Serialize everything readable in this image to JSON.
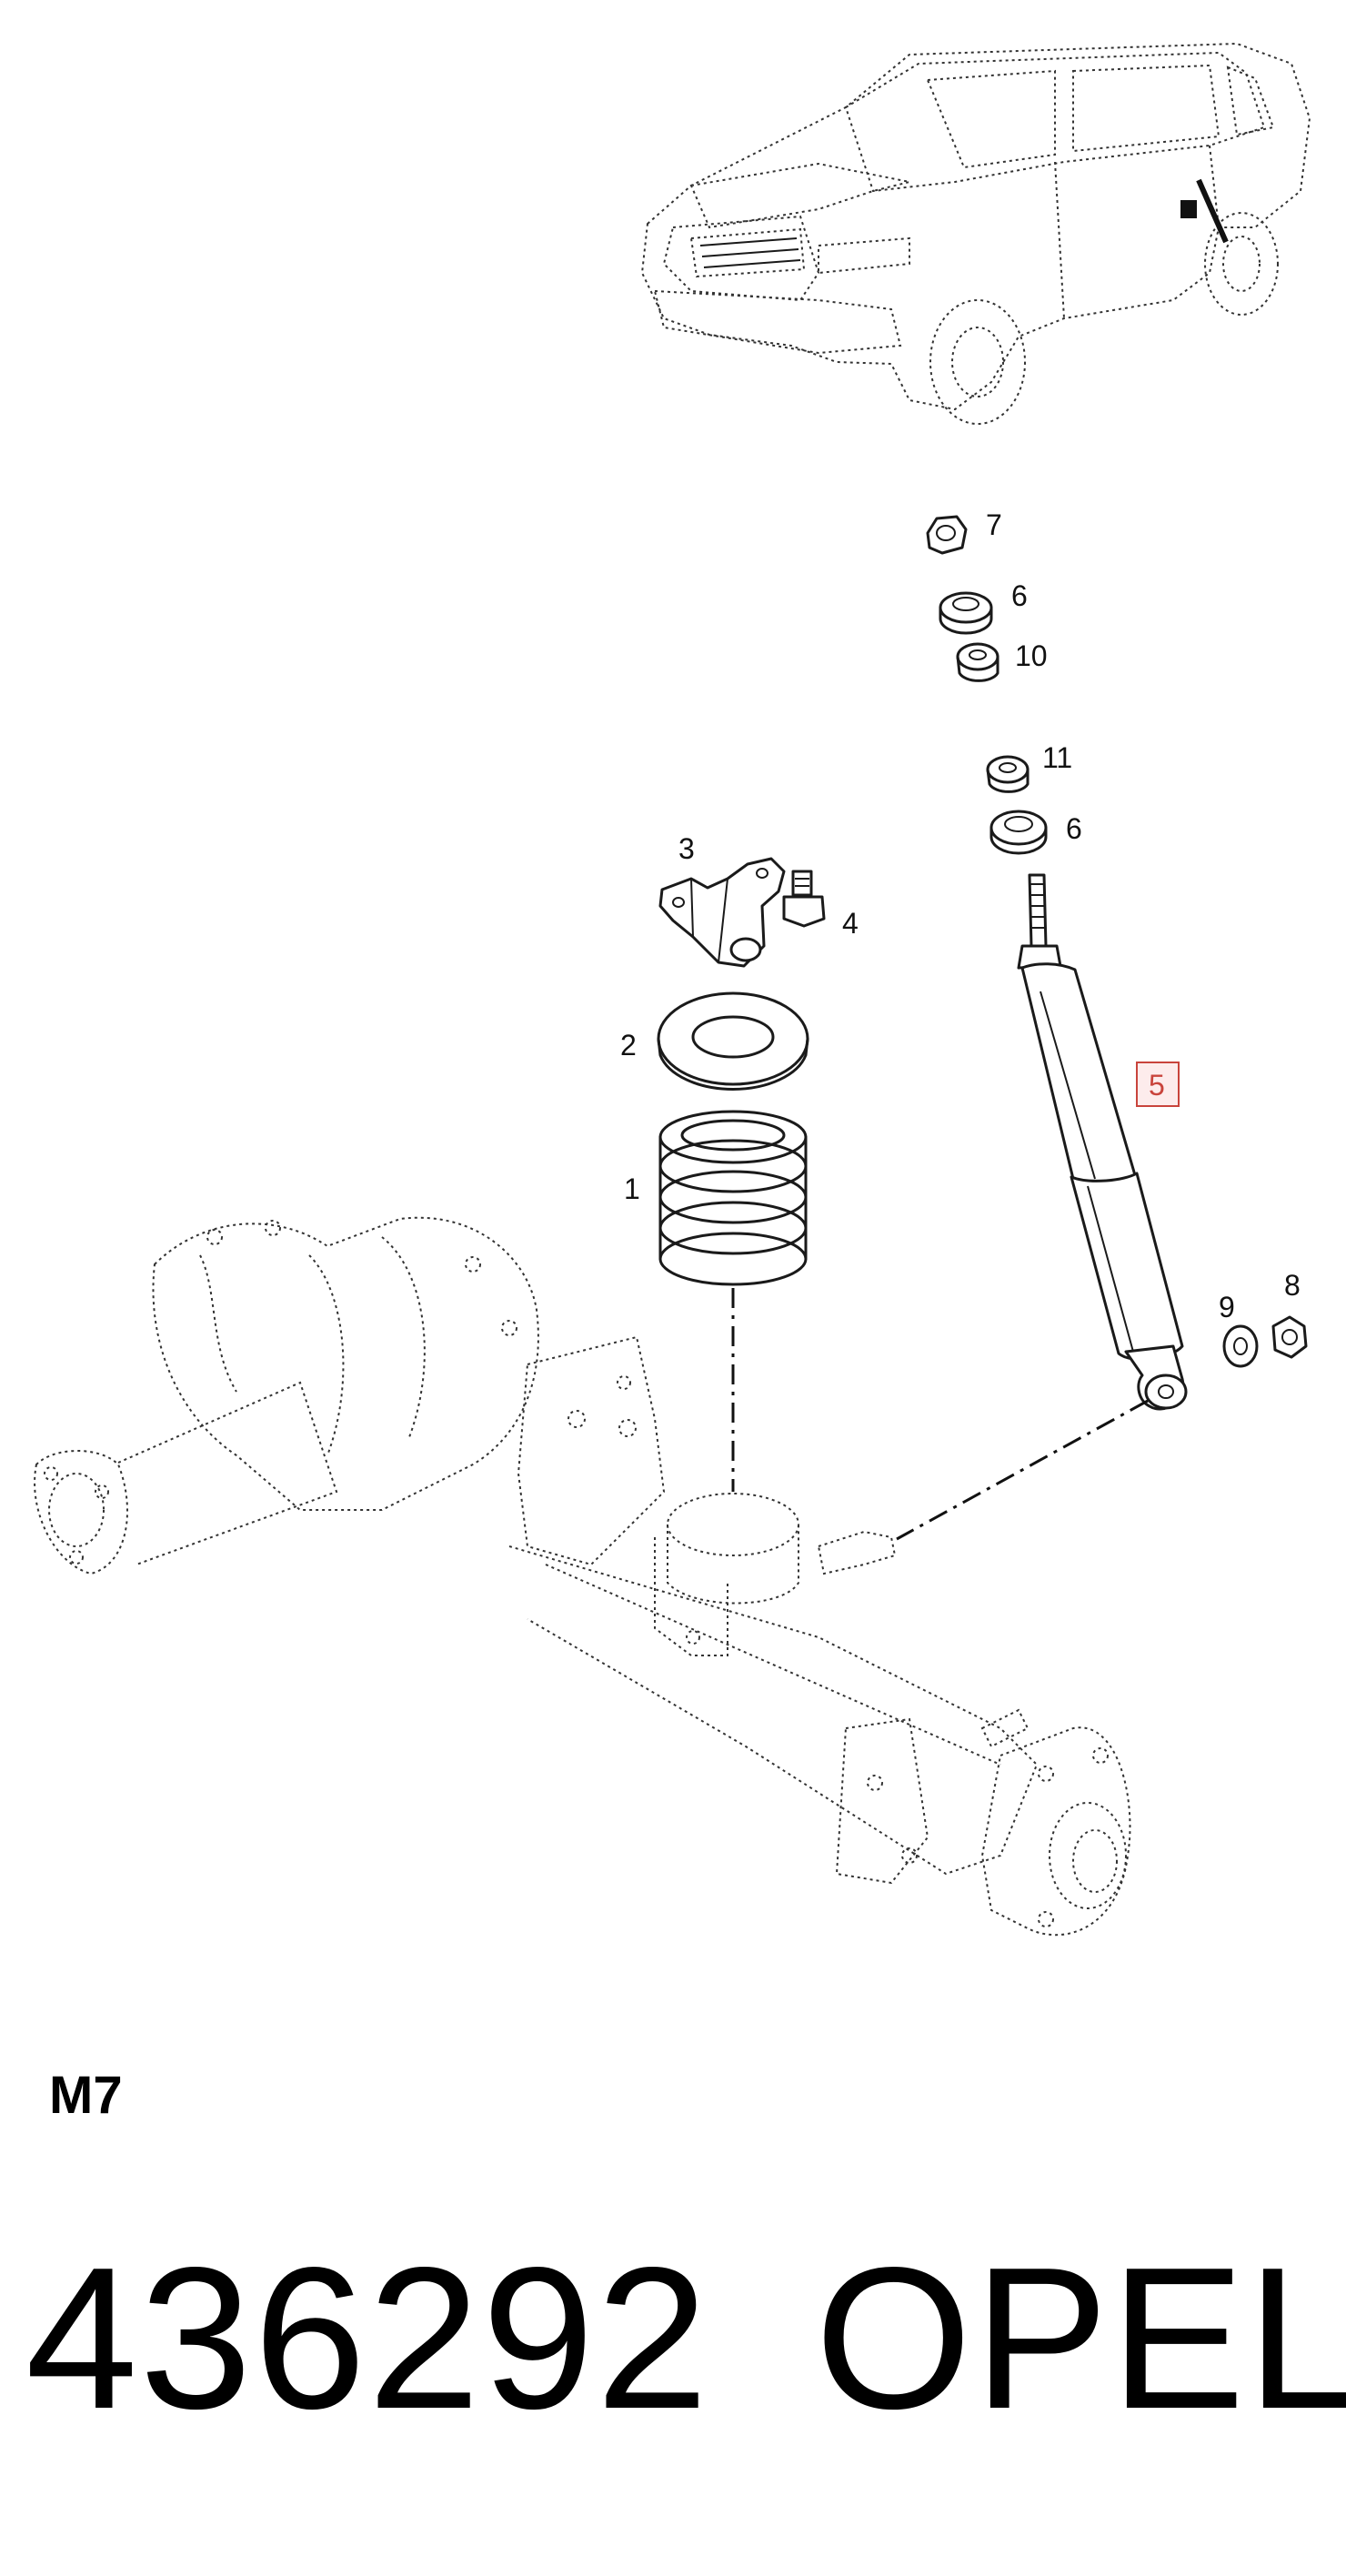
{
  "diagram": {
    "callouts": [
      {
        "id": "1",
        "label": "1"
      },
      {
        "id": "2",
        "label": "2"
      },
      {
        "id": "3",
        "label": "3"
      },
      {
        "id": "4",
        "label": "4"
      },
      {
        "id": "5",
        "label": "5",
        "highlighted": true
      },
      {
        "id": "6a",
        "label": "6"
      },
      {
        "id": "6b",
        "label": "6"
      },
      {
        "id": "7",
        "label": "7"
      },
      {
        "id": "8",
        "label": "8"
      },
      {
        "id": "9",
        "label": "9"
      },
      {
        "id": "10",
        "label": "10"
      },
      {
        "id": "11",
        "label": "11"
      }
    ],
    "highlight_color": "#c9443c"
  },
  "catalog_code": "M7",
  "part_number": "436292",
  "brand": "OPEL"
}
